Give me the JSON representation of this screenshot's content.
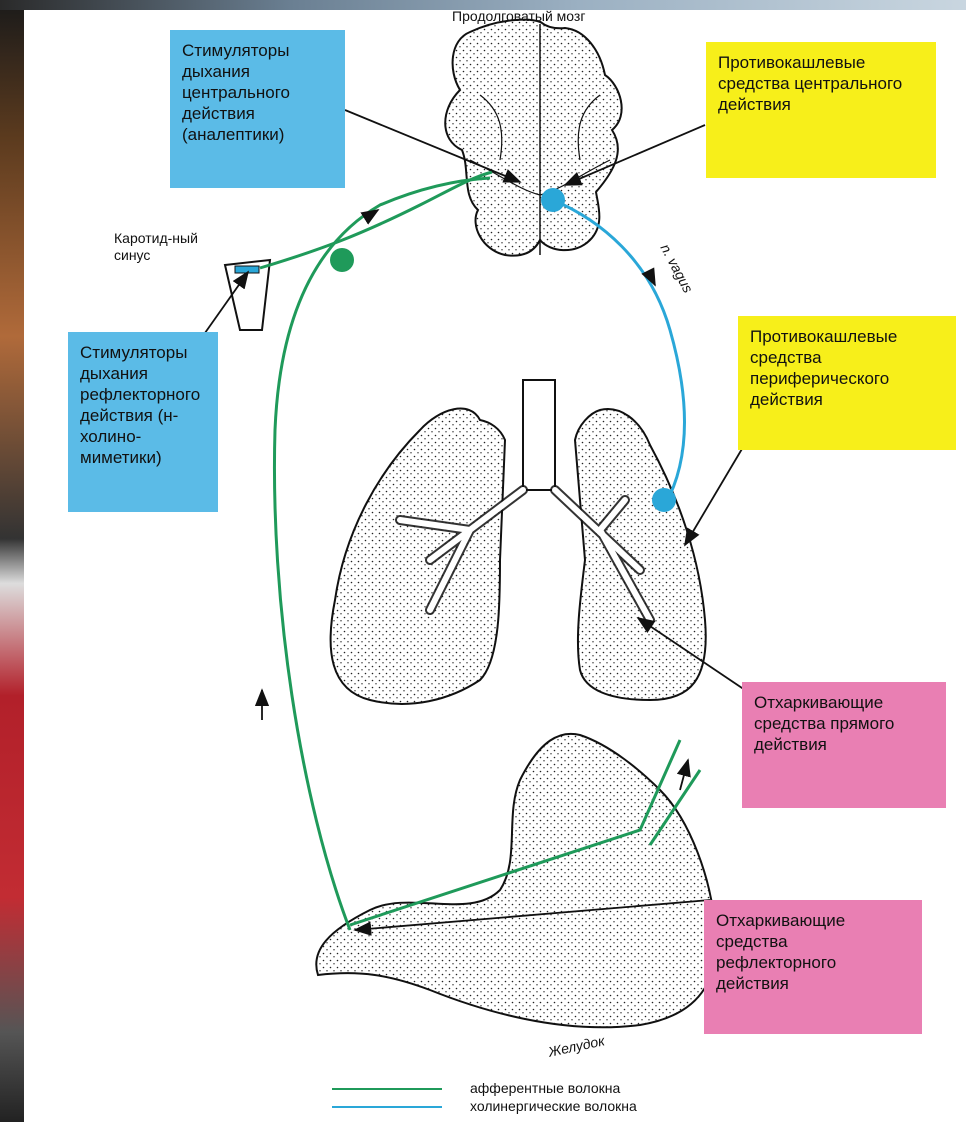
{
  "title": "Продолговатый мозг",
  "boxes": {
    "central_stimulants": "Стимуляторы дыхания центрального действия (аналептики)",
    "reflex_stimulants": "Стимуляторы дыхания рефлекторного действия (н-холино-миметики)",
    "central_antitussives": "Противокашлевые средства центрального действия",
    "peripheral_antitussives": "Противокашлевые средства периферического действия",
    "direct_expectorants": "Отхаркивающие средства прямого действия",
    "reflex_expectorants": "Отхаркивающие средства рефлекторного действия"
  },
  "labels": {
    "carotid_sinus": "Каротид-ный синус",
    "vagus": "n. vagus",
    "stomach": "Желудок"
  },
  "legend": [
    {
      "label": "афферентные волокна",
      "color": "#1f9a5a"
    },
    {
      "label": "холинергические волокна",
      "color": "#2aa7d8"
    }
  ],
  "colors": {
    "afferent": "#1f9a5a",
    "cholinergic": "#2aa7d8",
    "box_blue": "#5bbbe7",
    "box_yellow": "#f7ef1a",
    "box_pink": "#e97fb3"
  }
}
